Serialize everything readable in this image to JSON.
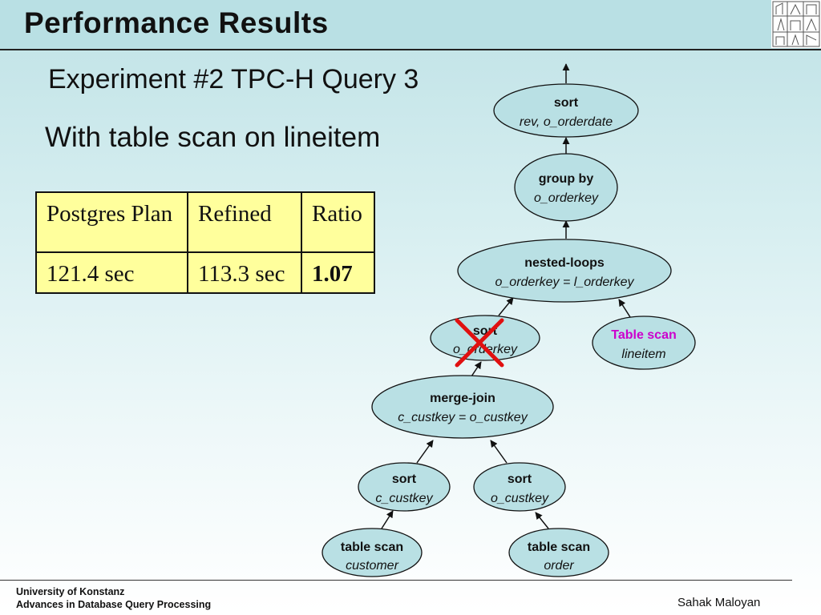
{
  "slide": {
    "title": "Performance Results",
    "subtitle": "Experiment #2 TPC-H Query 3",
    "note": "With table scan on lineitem"
  },
  "table": {
    "headers": [
      "Postgres Plan",
      "Refined",
      "Ratio"
    ],
    "values": [
      "121.4 sec",
      "113.3 sec",
      "1.07"
    ]
  },
  "plan": {
    "sort_top": {
      "op": "sort",
      "detail": "rev, o_orderdate"
    },
    "group_by": {
      "op": "group by",
      "detail": "o_orderkey"
    },
    "nested_loops": {
      "op": "nested-loops",
      "detail": "o_orderkey = l_orderkey"
    },
    "sort_orderkey": {
      "op": "sort",
      "detail": "o_orderkey",
      "removed": true
    },
    "scan_lineitem": {
      "op": "Table scan",
      "detail": "lineitem"
    },
    "merge_join": {
      "op": "merge-join",
      "detail": "c_custkey = o_custkey"
    },
    "sort_custkey_c": {
      "op": "sort",
      "detail": "c_custkey"
    },
    "sort_custkey_o": {
      "op": "sort",
      "detail": "o_custkey"
    },
    "scan_customer": {
      "op": "table scan",
      "detail": "customer"
    },
    "scan_order": {
      "op": "table scan",
      "detail": "order"
    }
  },
  "colors": {
    "node_fill": "#b9e0e4",
    "highlight_text": "#cc00cc",
    "cross": "#e01010",
    "table_fill": "#ffff9c"
  },
  "footer": {
    "university": "University of Konstanz",
    "course": "Advances in Database Query Processing",
    "author": "Sahak Maloyan"
  }
}
